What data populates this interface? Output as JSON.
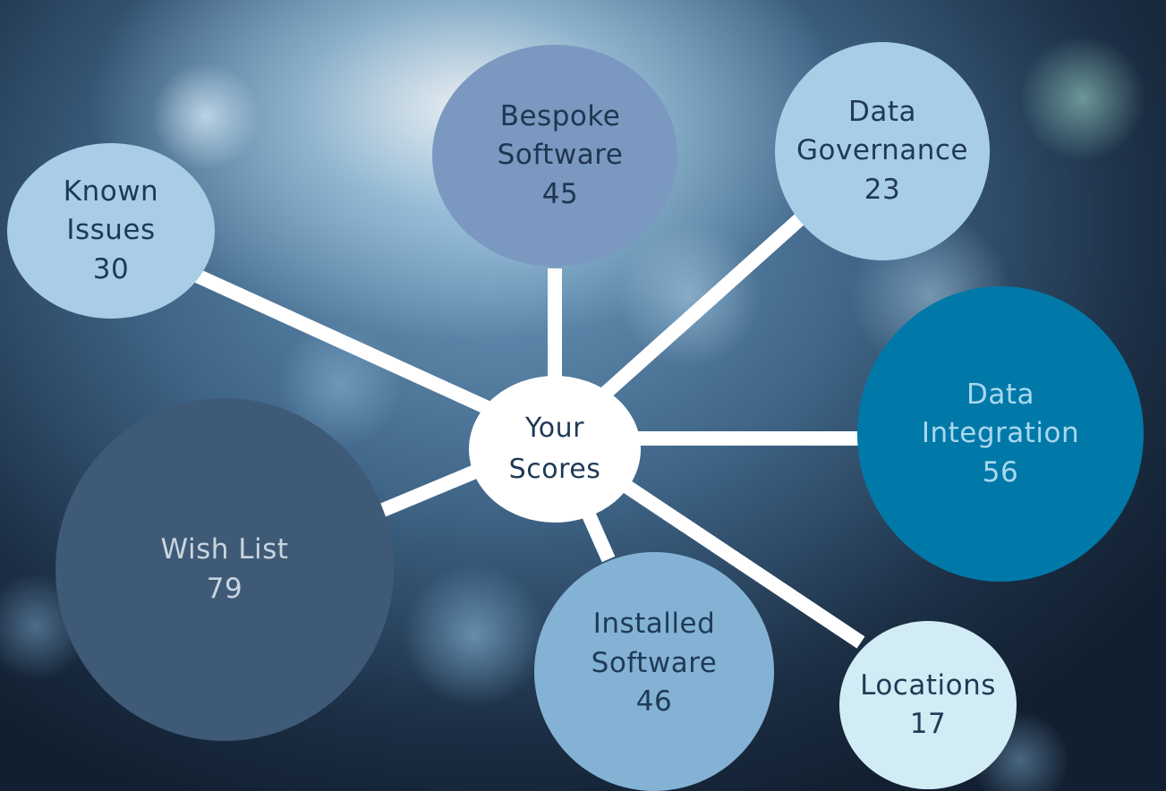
{
  "center": {
    "label": "Your\nScores"
  },
  "nodes": [
    {
      "id": "known-issues",
      "label": "Known\nIssues",
      "score": "30",
      "color": "#a9cde6",
      "text_color": "#1f3a55"
    },
    {
      "id": "bespoke-software",
      "label": "Bespoke\nSoftware",
      "score": "45",
      "color": "#7b98c0",
      "text_color": "#1f3550"
    },
    {
      "id": "data-governance",
      "label": "Data\nGovernance",
      "score": "23",
      "color": "#a8cee7",
      "text_color": "#1f3a55"
    },
    {
      "id": "data-integration",
      "label": "Data\nIntegration",
      "score": "56",
      "color": "#0079a9",
      "text_color": "#a9d7ee"
    },
    {
      "id": "wish-list",
      "label": "Wish List",
      "score": "79",
      "color": "#3e5a77",
      "text_color": "#c9d4de"
    },
    {
      "id": "installed-software",
      "label": "Installed\nSoftware",
      "score": "46",
      "color": "#84b2d5",
      "text_color": "#1f3a55"
    },
    {
      "id": "locations",
      "label": "Locations",
      "score": "17",
      "color": "#d2ecf5",
      "text_color": "#1f3a55"
    }
  ],
  "colors": {
    "connector": "#ffffff",
    "center_fill": "#ffffff",
    "center_text": "#1f3a55"
  }
}
